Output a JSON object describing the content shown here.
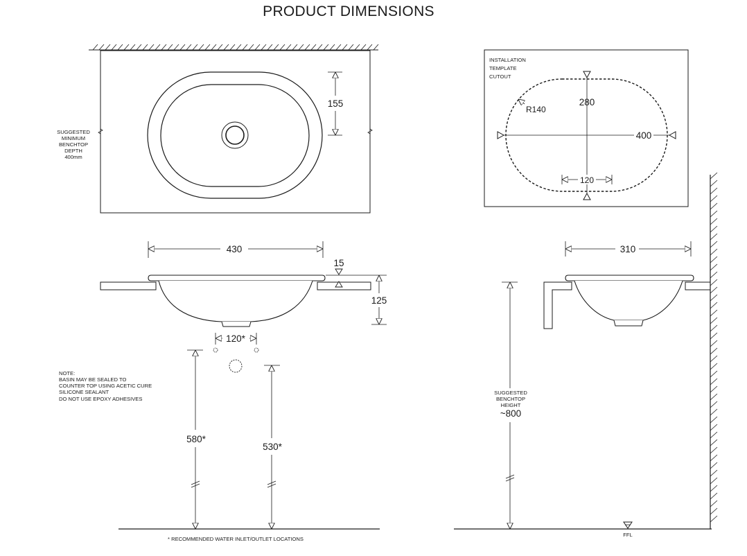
{
  "title": "PRODUCT DIMENSIONS",
  "plan_view": {
    "dim_depth_to_wall": "155",
    "benchtop_note": [
      "SUGGESTED",
      "MINIMUM",
      "BENCHTOP",
      "DEPTH",
      "400mm"
    ]
  },
  "template": {
    "label": [
      "INSTALLATION",
      "TEMPLATE",
      "CUTOUT"
    ],
    "radius": "R140",
    "height": "280",
    "width": "400",
    "offset": "120"
  },
  "front_elevation": {
    "width": "430",
    "rim": "15",
    "height": "125",
    "waste_spacing": "120*"
  },
  "side_elevation": {
    "width": "310",
    "benchtop_height_label": [
      "SUGGESTED",
      "BENCHTOP",
      "HEIGHT"
    ],
    "benchtop_height": "~800",
    "ffl": "FFL"
  },
  "inlets": {
    "inlet_1": "580*",
    "inlet_2": "530*"
  },
  "note": [
    "NOTE:",
    "BASIN MAY BE SEALED TO",
    "COUNTER TOP USING ACETIC CURE",
    "SILICONE SEALANT",
    "DO NOT USE EPOXY ADHESIVES"
  ],
  "footnote": "* RECOMMENDED WATER INLET/OUTLET LOCATIONS",
  "colors": {
    "benchtop": "#e6e6e6",
    "line": "#1a1a1a",
    "background": "#ffffff"
  }
}
